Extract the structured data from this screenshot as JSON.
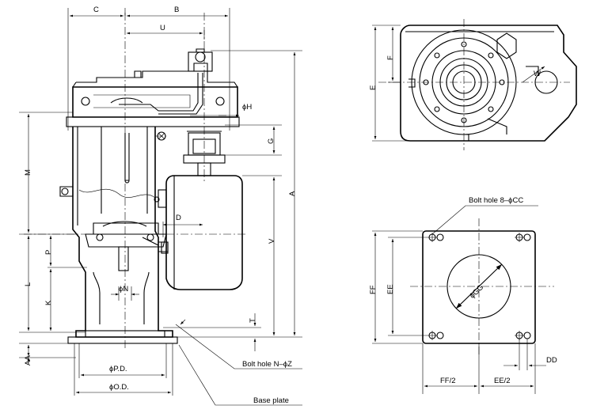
{
  "drawing": {
    "front_view_labels": {
      "C": "C",
      "B": "B",
      "U": "U",
      "H": "ϕH",
      "G": "G",
      "M": "M",
      "A": "A",
      "D": "D",
      "V": "V",
      "P": "P",
      "L": "L",
      "N": "ϕN",
      "K": "K",
      "T": "T",
      "AA": "AA",
      "PD": "ϕP.D.",
      "OD": "ϕO.D."
    },
    "top_view_labels": {
      "E": "E",
      "F": "F",
      "W": "W"
    },
    "base_view_labels": {
      "FF": "FF",
      "EE": "EE",
      "GG": "ϕGG",
      "DD": "DD",
      "FF_half": "FF/2",
      "EE_half": "EE/2"
    },
    "callouts": {
      "bolt_hole_base": "Bolt hole 8–ϕCC",
      "bolt_hole_front": "Bolt hole N–ϕZ",
      "base_plate": "Base plate"
    }
  }
}
